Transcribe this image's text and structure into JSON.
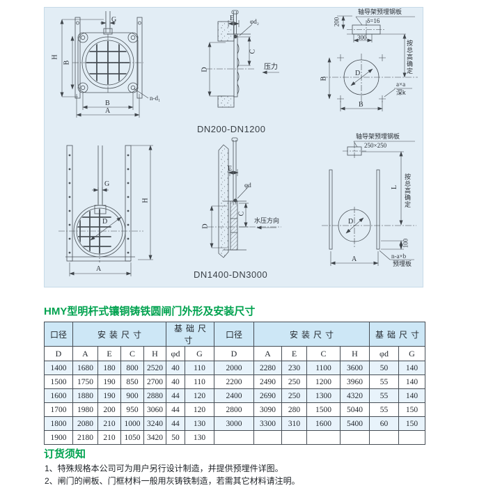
{
  "title": "HMY型明杆式镶铜铸铁圆闸门外形及安装尺寸",
  "colors": {
    "accent_green": "#00a24f",
    "panel_bg": "#e2edf5",
    "table_header_bg": "#cde7f6",
    "table_alt_row_bg": "#e8f3fb"
  },
  "drawings": {
    "small_caption": "DN200-DN1200",
    "large_caption": "DN1400-DN3000",
    "small_front": {
      "g": "G",
      "h": "H",
      "b_left": "B",
      "b_bottom": "B",
      "a": "A",
      "bolt_note": "n-d₁"
    },
    "small_section": {
      "e": "E",
      "bolt_dia": "φd₂",
      "c": "C",
      "d": "D",
      "pressure": "压力"
    },
    "small_install": {
      "plate_note": "轴导架预埋钢板",
      "plate_thickness": "δ=16",
      "dim_200": "200",
      "dim_300": "300",
      "height_note": "按总高确定",
      "d": "D",
      "b_left": "B",
      "b_bottom": "B",
      "hole_size": "a×a",
      "hole_depth": "深k"
    },
    "large_front": {
      "g": "G",
      "h": "H",
      "d": "D",
      "a": "A"
    },
    "large_section": {
      "e": "E",
      "bolt_dia": "φd",
      "c": "C",
      "d": "D",
      "flow_note": "水压方向"
    },
    "large_install": {
      "plate_note": "轴导架预埋钢板",
      "plate_size": "250×250",
      "l": "L",
      "height_note": "按总高确定",
      "d": "D",
      "dim_100": "100",
      "anchor_note": "n-a×b",
      "plate_label": "预埋板",
      "a": "A"
    }
  },
  "table": {
    "group_headers": [
      {
        "label": "口径",
        "span": 1
      },
      {
        "label": "安装尺寸",
        "span": 4
      },
      {
        "label": "基础尺寸",
        "span": 2
      },
      {
        "label": "口径",
        "span": 1
      },
      {
        "label": "安装尺寸",
        "span": 4
      },
      {
        "label": "基础尺寸",
        "span": 2
      }
    ],
    "col_headers": [
      "D",
      "A",
      "E",
      "C",
      "H",
      "φd",
      "G",
      "D",
      "A",
      "E",
      "C",
      "H",
      "φd",
      "G"
    ],
    "rows": [
      [
        "1400",
        "1680",
        "180",
        "800",
        "2520",
        "40",
        "110",
        "2000",
        "2280",
        "230",
        "1100",
        "3600",
        "50",
        "140"
      ],
      [
        "1500",
        "1750",
        "190",
        "850",
        "2700",
        "40",
        "110",
        "2200",
        "2490",
        "250",
        "1200",
        "3960",
        "55",
        "140"
      ],
      [
        "1600",
        "1880",
        "190",
        "900",
        "2880",
        "44",
        "120",
        "2400",
        "2690",
        "250",
        "1300",
        "4320",
        "55",
        "140"
      ],
      [
        "1700",
        "1980",
        "200",
        "950",
        "3060",
        "44",
        "120",
        "2800",
        "3090",
        "280",
        "1500",
        "5040",
        "55",
        "150"
      ],
      [
        "1800",
        "2080",
        "210",
        "1000",
        "3240",
        "44",
        "130",
        "3000",
        "3300",
        "310",
        "1600",
        "5400",
        "60",
        "150"
      ],
      [
        "1900",
        "2180",
        "210",
        "1050",
        "3420",
        "50",
        "130",
        "",
        "",
        "",
        "",
        "",
        "",
        ""
      ]
    ]
  },
  "notes": {
    "title": "订货须知",
    "items": [
      "1、特殊规格本公司可为用户另行设计制造，并提供预埋件详图。",
      "2、闸门的闸板、门框材料一般用灰铸铁制造，若需其它材料请注明。"
    ]
  }
}
